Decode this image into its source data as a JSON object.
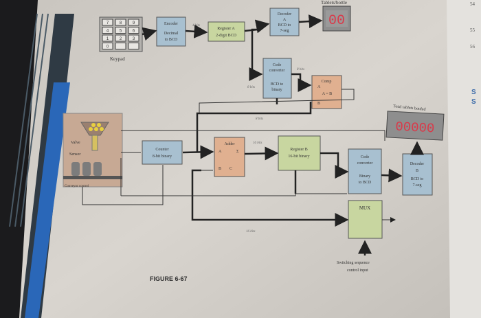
{
  "keypad": {
    "label": "Keypad",
    "keys": [
      "7",
      "8",
      "9",
      "4",
      "5",
      "6",
      "1",
      "2",
      "3",
      "0",
      "",
      ""
    ]
  },
  "blocks": {
    "encoder": {
      "line1": "Encoder",
      "line2": "Decimal",
      "line3": "to BCD"
    },
    "register_a": {
      "line1": "Register A",
      "line2": "2-digit BCD"
    },
    "decoder_a": {
      "line1": "Decoder",
      "line2": "A",
      "line3": "BCD to",
      "line4": "7-seg"
    },
    "display_a": {
      "title": "Tablets/bottle",
      "digits": "00"
    },
    "code_converter_1": {
      "line1": "Code",
      "line2": "converter",
      "line3": "BCD to",
      "line4": "binary"
    },
    "comparator": {
      "line1": "Comp",
      "line2": "A",
      "line3": "A = B",
      "line4": "B"
    },
    "counter": {
      "line1": "Counter",
      "line2": "8-bit binary"
    },
    "adder": {
      "line1": "Adder",
      "line2": "A",
      "line3": "Σ",
      "line4": "B",
      "line5": "C"
    },
    "register_b": {
      "line1": "Register B",
      "line2": "16-bit binary"
    },
    "code_converter_2": {
      "line1": "Code",
      "line2": "converter",
      "line3": "Binary",
      "line4": "to BCD"
    },
    "mux": {
      "label": "MUX"
    },
    "decoder_b": {
      "line1": "Decoder",
      "line2": "B",
      "line3": "BCD to",
      "line4": "7-seg"
    },
    "display_b": {
      "title": "Total tablets bottled",
      "digits": "00000"
    }
  },
  "bus_labels": {
    "enc_to_reg": "4 bits",
    "conv_to_comp": "8 bits",
    "conv_down": "8 bits",
    "counter_bus": "8 bits",
    "adder_out": "16 bits",
    "bottom_bus": "16 bits"
  },
  "machine": {
    "valve": "Valve",
    "sensor": "Sensor",
    "conveyor": "Conveyor control"
  },
  "switching": {
    "line1": "Switching sequence",
    "line2": "control input"
  },
  "figure_caption": "FIGURE 6-67",
  "margin_numbers": [
    "54",
    "55",
    "56",
    "S",
    "S"
  ]
}
